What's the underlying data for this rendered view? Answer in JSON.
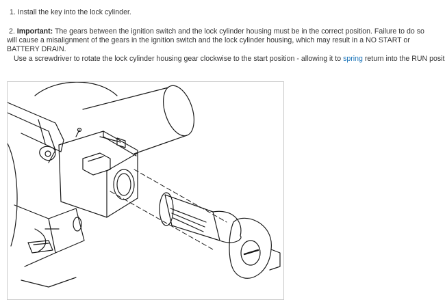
{
  "steps": {
    "step1": {
      "number": "1.",
      "text": "Install the key into the lock cylinder."
    },
    "step2": {
      "number": "2.",
      "label": "Important:",
      "text": "The gears between the ignition switch and the lock cylinder housing must be in the correct position. Failure to do so will cause a misalignment of the gears in the ignition switch and the lock cylinder housing, which may result in a NO START or BATTERY DRAIN."
    },
    "step3": {
      "text_before": "Use a screwdriver to rotate the lock cylinder housing gear clockwise to the start position - allowing it to",
      "link": "spring",
      "text_after": "return into the RUN position."
    }
  },
  "colors": {
    "text": "#333333",
    "link": "#1a73b8",
    "figure_border": "#c9c9c9"
  }
}
